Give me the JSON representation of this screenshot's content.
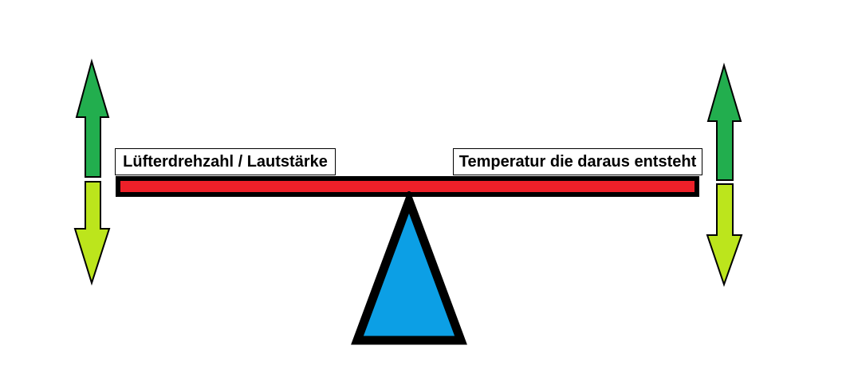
{
  "diagram": {
    "title": "Seesaw balance between fan speed and resulting temperature",
    "type": "balance-scale-diagram",
    "background_color": "#ffffff"
  },
  "beam": {
    "name": "balance-beam",
    "outline_color": "#000000",
    "fill_color": "#ee2029"
  },
  "fulcrum": {
    "name": "fulcrum-triangle",
    "fill_color": "#0c9fe5",
    "outline_color": "#000000"
  },
  "labels": {
    "left": "Lüfterdrehzahl / Lautstärke",
    "right": "Temperatur die daraus entsteht",
    "box_border_color": "#000000",
    "box_background": "#ffffff",
    "text_color": "#000000"
  },
  "arrows": {
    "up_color": "#22ae4e",
    "down_color": "#bce51c",
    "outline_color": "#000000",
    "left": {
      "up": {
        "name": "up-arrow",
        "direction": "up",
        "color": "#22ae4e"
      },
      "down": {
        "name": "down-arrow",
        "direction": "down",
        "color": "#bce51c"
      }
    },
    "right": {
      "up": {
        "name": "up-arrow",
        "direction": "up",
        "color": "#22ae4e"
      },
      "down": {
        "name": "down-arrow",
        "direction": "down",
        "color": "#bce51c"
      }
    }
  }
}
